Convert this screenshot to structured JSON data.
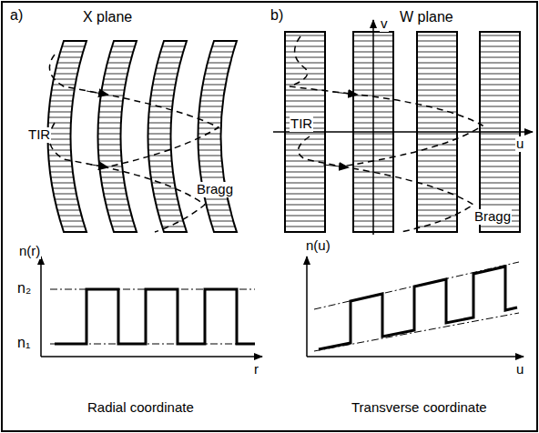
{
  "diagram": {
    "labels": [
      "a)",
      "X plane",
      "TIR",
      "Bragg",
      "b)",
      "W plane",
      "v",
      "u",
      "TIR",
      "Bragg",
      "n(r)",
      "n₂",
      "n₁",
      "r",
      "Radial coordinate",
      "n(u)",
      "u",
      "Transverse coordinate"
    ]
  }
}
